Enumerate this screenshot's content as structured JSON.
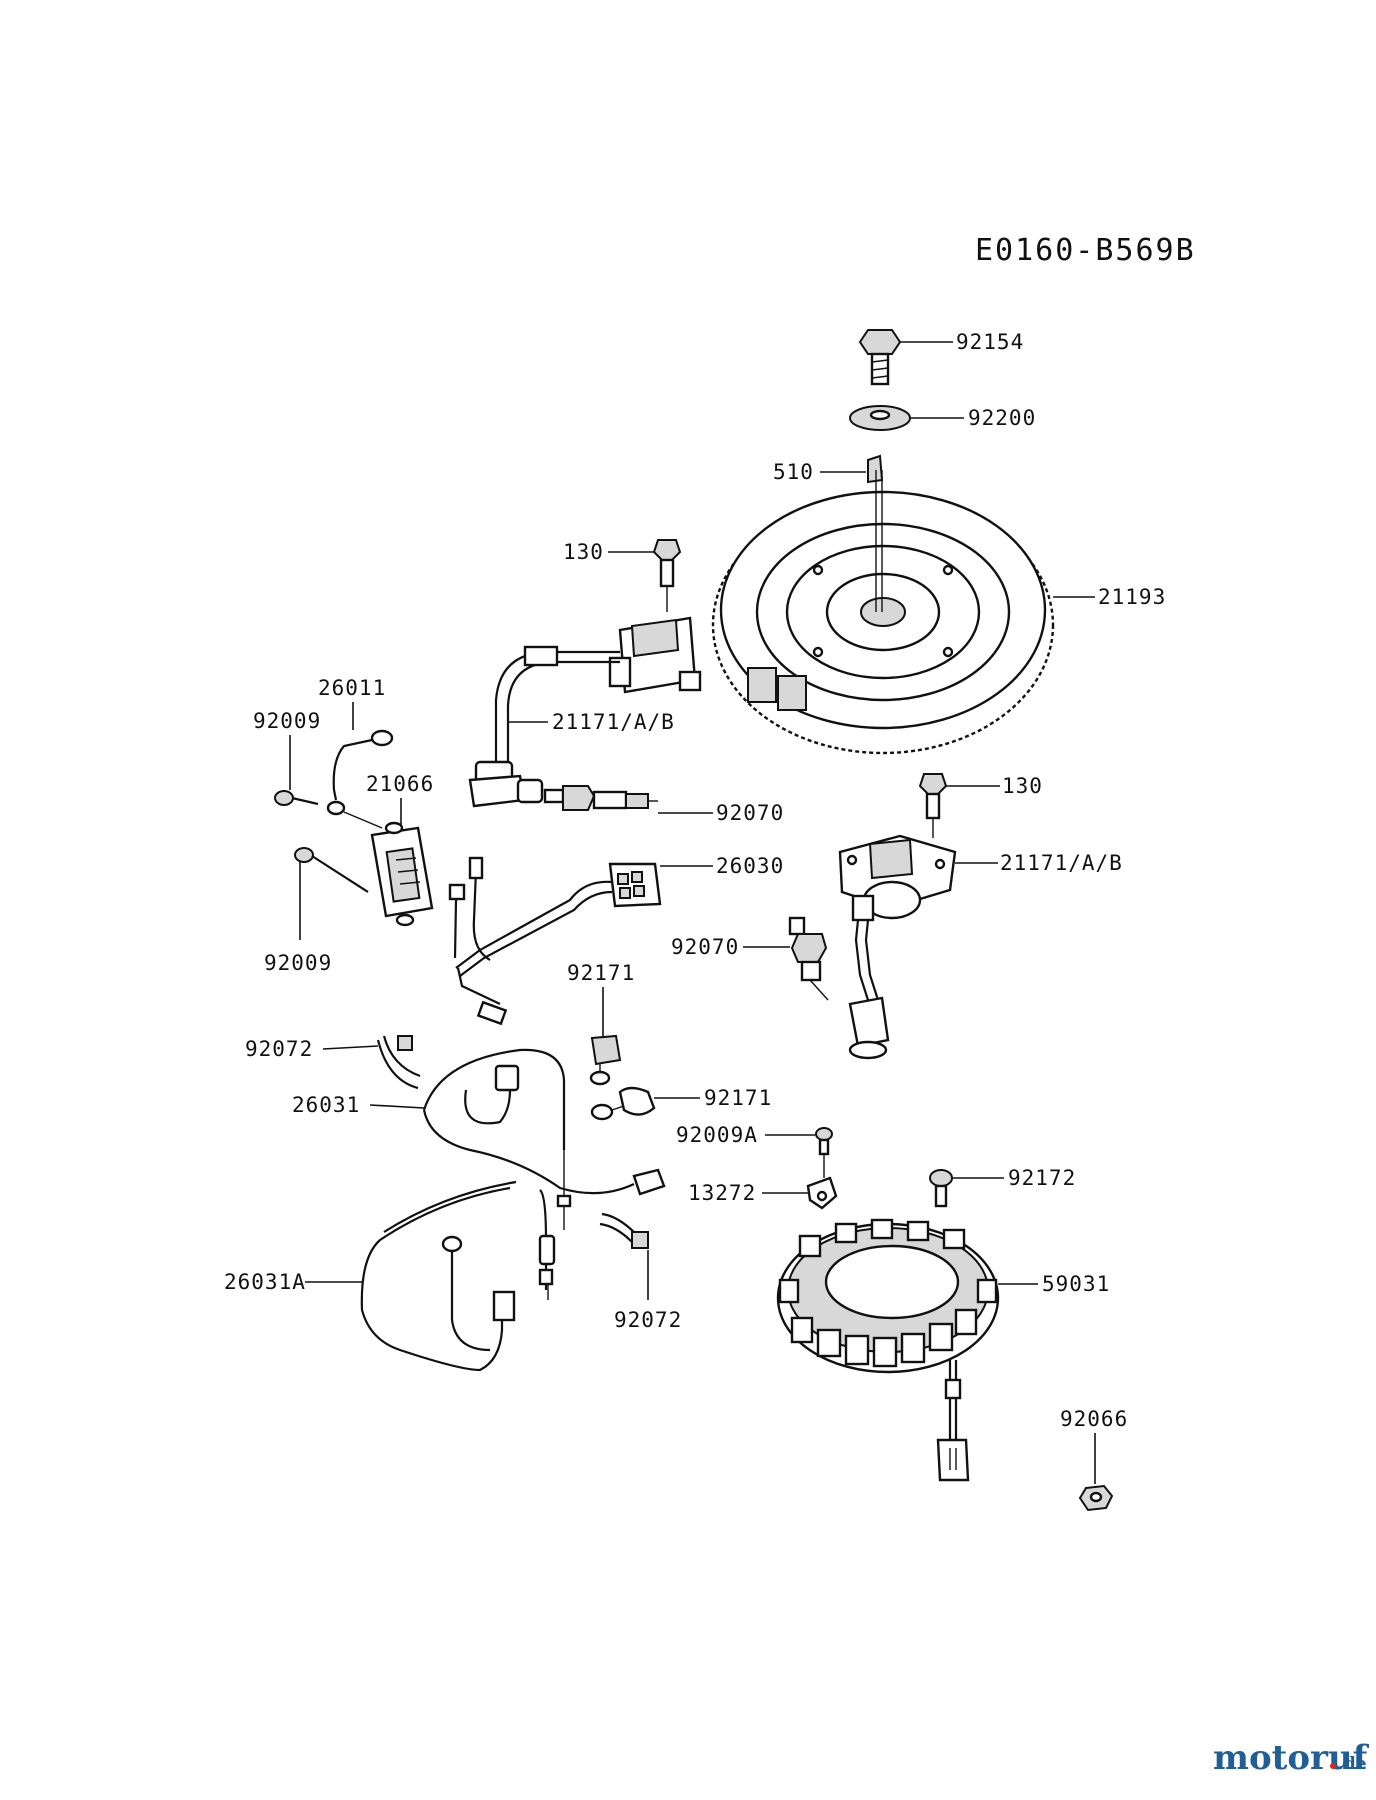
{
  "diagram": {
    "code": "E0160-B569B",
    "labels": {
      "p92154": "92154",
      "p92200": "92200",
      "p510": "510",
      "p130a": "130",
      "p21193": "21193",
      "p26011": "26011",
      "p92009a": "92009",
      "p21171a": "21171/A/B",
      "p21066": "21066",
      "p92070a": "92070",
      "p130b": "130",
      "p21171b": "21171/A/B",
      "p26030": "26030",
      "p92009b": "92009",
      "p92070b": "92070",
      "p92171a": "92171",
      "p92072a": "92072",
      "p26031": "26031",
      "p92171b": "92171",
      "p92009A": "92009A",
      "p13272": "13272",
      "p92172": "92172",
      "p26031A": "26031A",
      "p59031": "59031",
      "p92072b": "92072",
      "p92066": "92066"
    }
  },
  "watermark": {
    "brand": "motoruf",
    "tld": ".de",
    "colors": {
      "primary": "#1f5f95",
      "dot": "#e2231a"
    }
  }
}
